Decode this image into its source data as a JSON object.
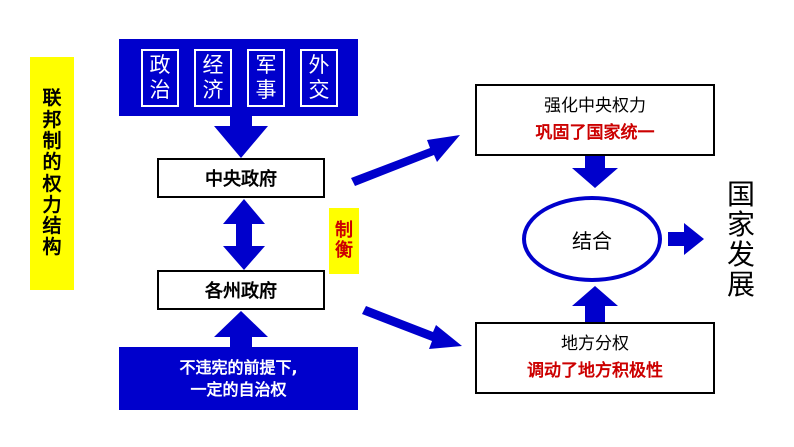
{
  "side_label": [
    "联",
    "邦",
    "制",
    "的",
    "权",
    "力",
    "结",
    "构"
  ],
  "powers": [
    [
      "政",
      "治"
    ],
    [
      "经",
      "济"
    ],
    [
      "军",
      "事"
    ],
    [
      "外",
      "交"
    ]
  ],
  "central_gov": "中央政府",
  "state_gov": "各州政府",
  "autonomy": {
    "line1": "不违宪的前提下,",
    "line2": "一定的自治权"
  },
  "balance": [
    "制",
    "衡"
  ],
  "strengthen": {
    "title": "强化中央权力",
    "result": "巩固了国家统一"
  },
  "local": {
    "title": "地方分权",
    "result": "调动了地方积极性"
  },
  "combine": "结合",
  "development": [
    "国",
    "家",
    "发",
    "展"
  ],
  "colors": {
    "blue": "#0000cc",
    "yellow": "#ffff00",
    "red": "#cc0000"
  }
}
